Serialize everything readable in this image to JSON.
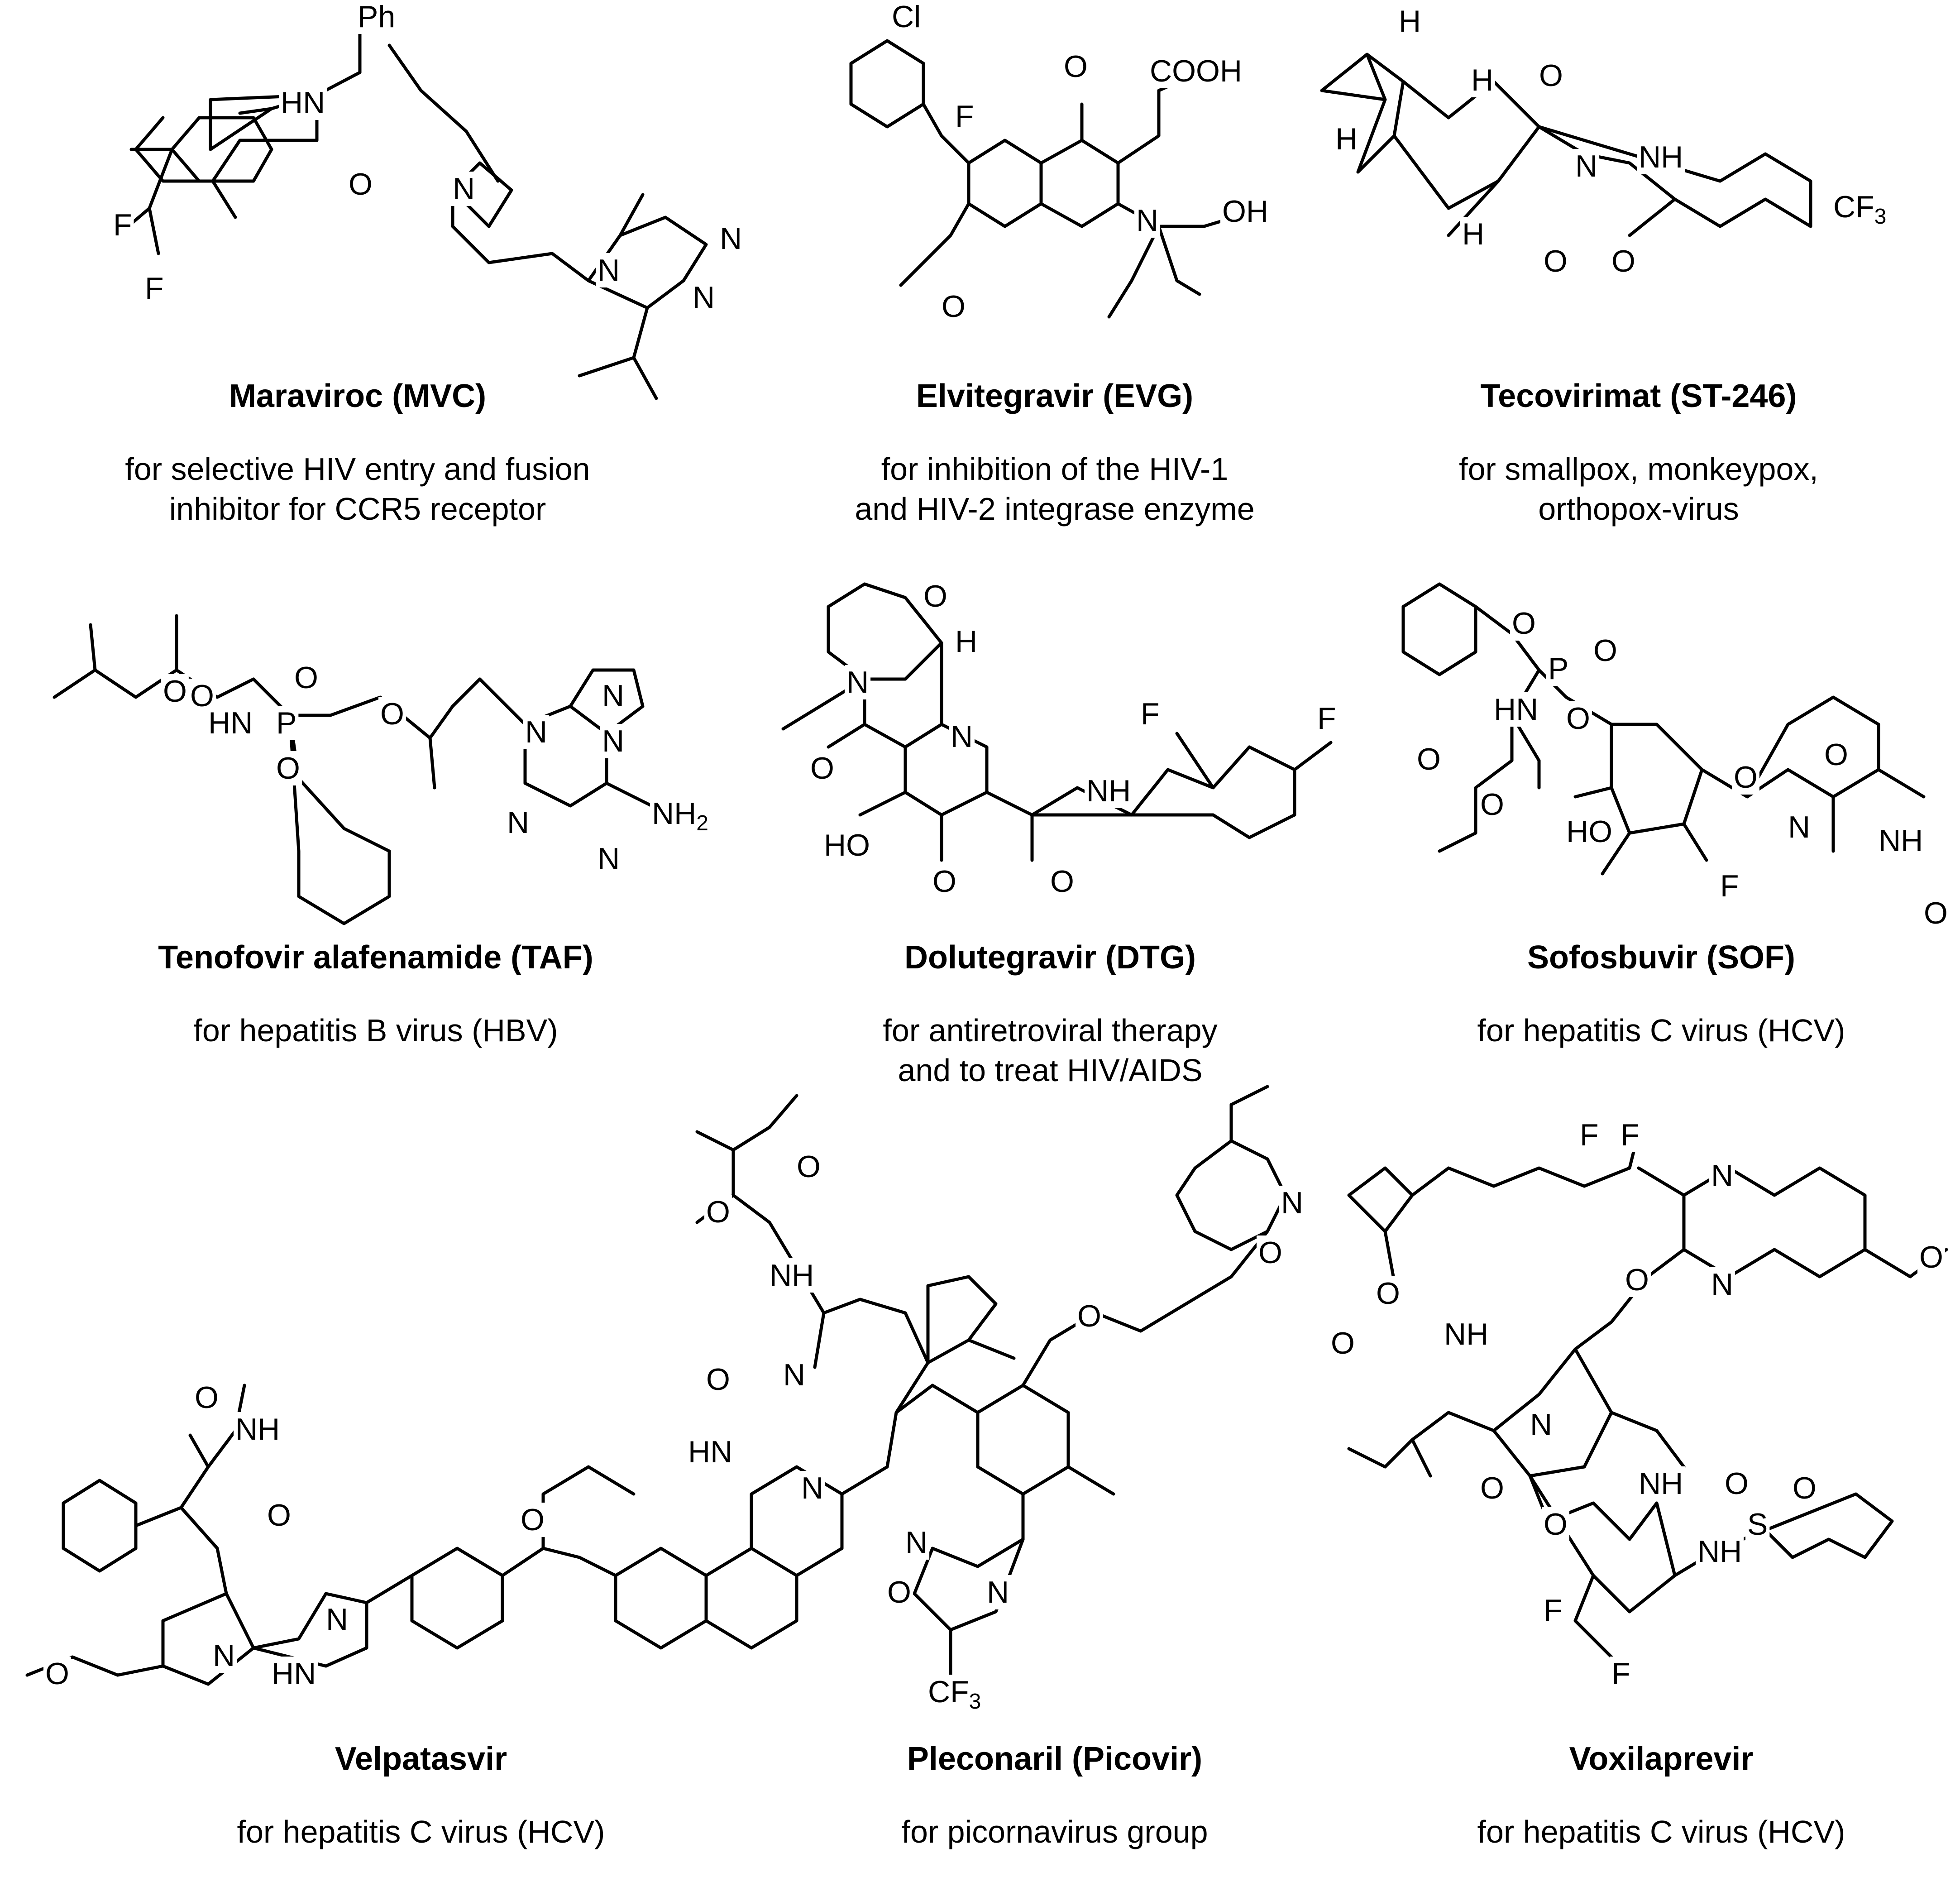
{
  "compounds": [
    {
      "name": "Maraviroc (MVC)",
      "desc1": "for selective HIV entry and fusion",
      "desc2": "inhibitor for CCR5 receptor"
    },
    {
      "name": "Elvitegravir (EVG)",
      "desc1": "for inhibition of the HIV-1",
      "desc2": "and HIV-2 integrase enzyme"
    },
    {
      "name": "Tecovirimat (ST-246)",
      "desc1": "for smallpox, monkeypox,",
      "desc2": "orthopox-virus"
    },
    {
      "name": "Tenofovir alafenamide (TAF)",
      "desc1": "for hepatitis B virus (HBV)",
      "desc2": ""
    },
    {
      "name": "Dolutegravir (DTG)",
      "desc1": "for antiretroviral therapy",
      "desc2": "and to treat HIV/AIDS"
    },
    {
      "name": "Sofosbuvir (SOF)",
      "desc1": "for hepatitis C virus (HCV)",
      "desc2": ""
    },
    {
      "name": "Velpatasvir",
      "desc1": "for hepatitis C virus (HCV)",
      "desc2": ""
    },
    {
      "name": "Pleconaril (Picovir)",
      "desc1": "for picornavirus group",
      "desc2": ""
    },
    {
      "name": "Voxilaprevir",
      "desc1": "for hepatitis C virus (HCV)",
      "desc2": ""
    }
  ],
  "atom_labels": {
    "ph": "Ph",
    "hn": "HN",
    "nh": "NH",
    "n": "N",
    "o": "O",
    "f": "F",
    "cl": "Cl",
    "h": "H",
    "p": "P",
    "s": "S",
    "cooh": "COOH",
    "oh": "OH",
    "ho": "HO",
    "cf3": "CF3",
    "nh2": "NH2"
  }
}
